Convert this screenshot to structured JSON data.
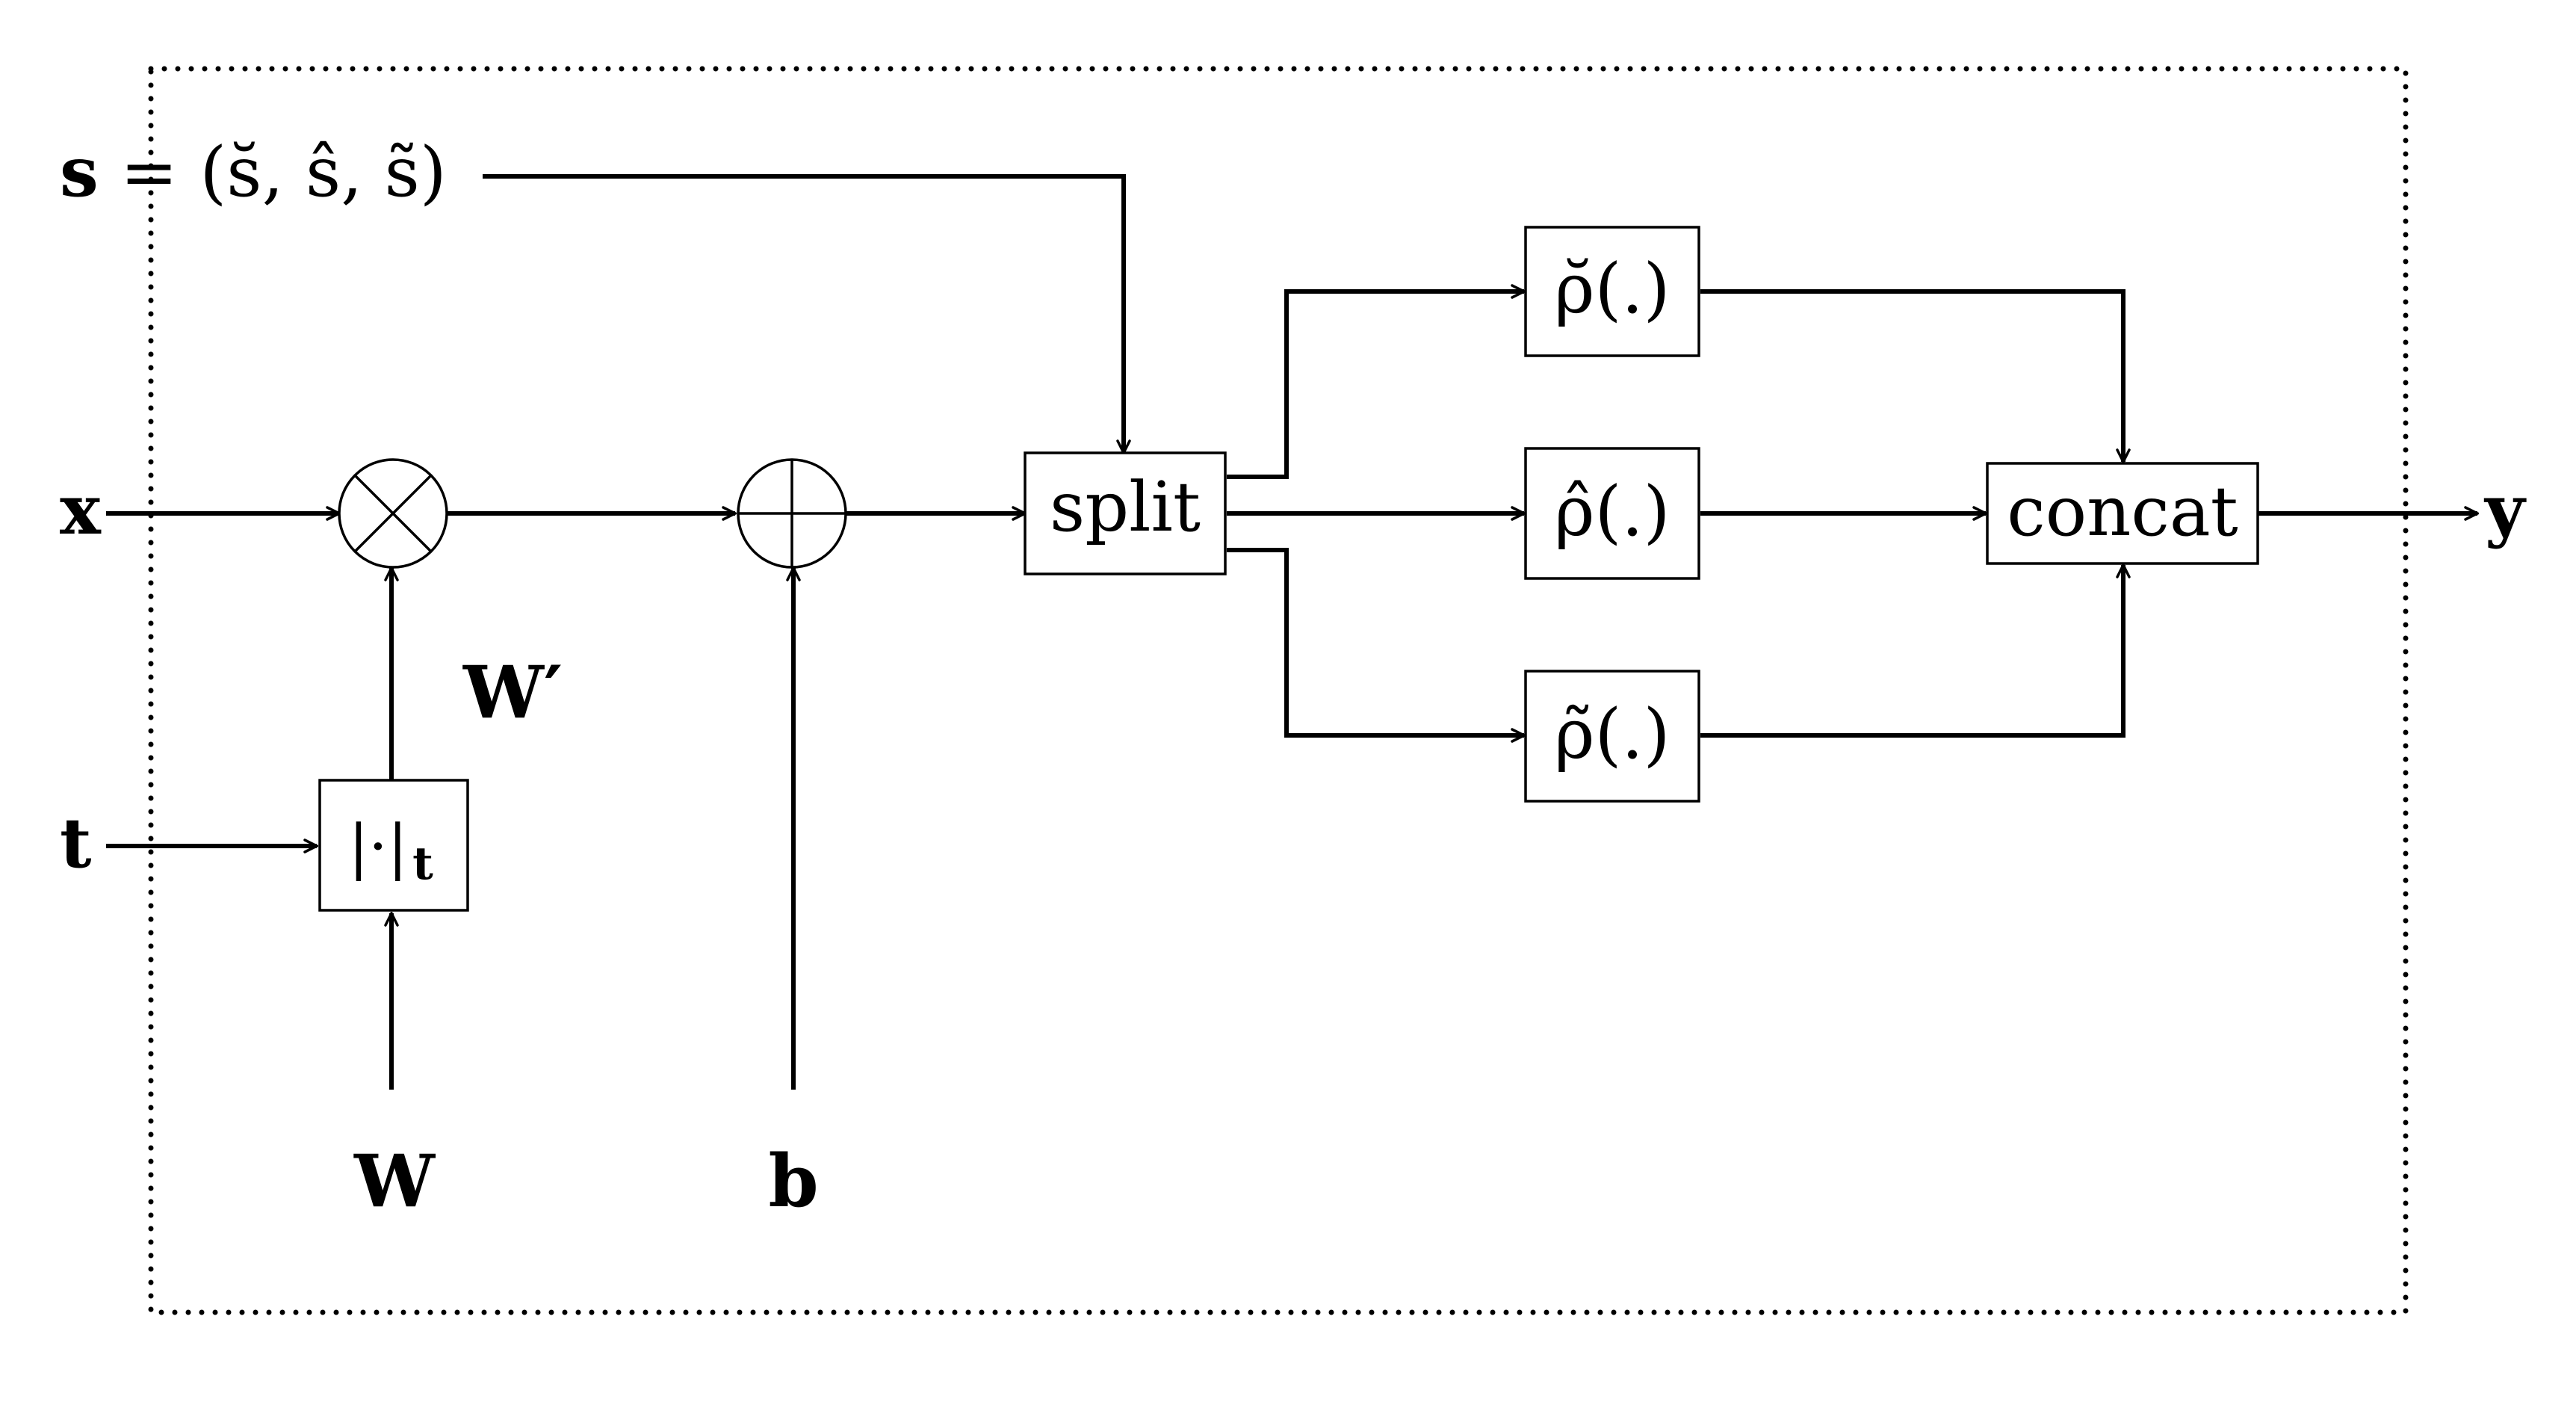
{
  "inputs": {
    "x": "x",
    "t": "t",
    "W": "W",
    "b": "b",
    "s_bold": "s",
    "s_rest": " = (s̆, ŝ, s̃)"
  },
  "intermediate": {
    "w_prime": "W′"
  },
  "blocks": {
    "threshold_bars": "|·|",
    "threshold_sub": "t",
    "split": "split",
    "rho_breve": "ρ̆(.)",
    "rho_hat": "ρ̂(.)",
    "rho_tilde": "ρ̃(.)",
    "concat": "concat"
  },
  "output": {
    "y": "y"
  }
}
